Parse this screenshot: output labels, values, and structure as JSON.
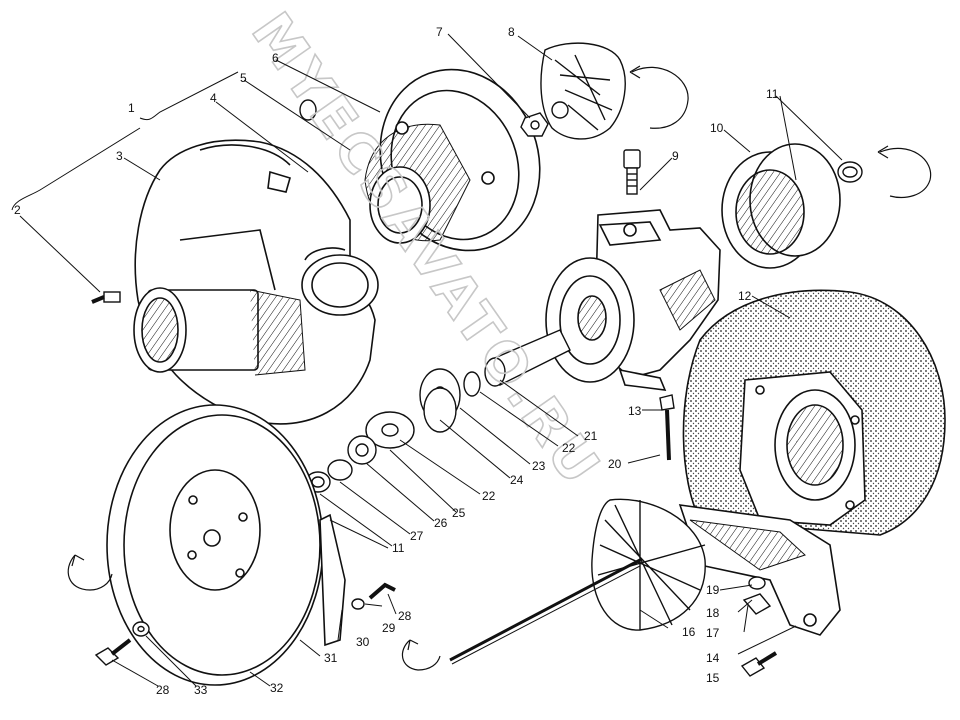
{
  "watermark": "MYECSAVATO.RU",
  "callouts": [
    {
      "id": "1",
      "label": "1"
    },
    {
      "id": "2",
      "label": "2"
    },
    {
      "id": "3",
      "label": "3"
    },
    {
      "id": "4",
      "label": "4"
    },
    {
      "id": "5",
      "label": "5"
    },
    {
      "id": "6",
      "label": "6"
    },
    {
      "id": "7",
      "label": "7"
    },
    {
      "id": "8",
      "label": "8"
    },
    {
      "id": "9",
      "label": "9"
    },
    {
      "id": "10",
      "label": "10"
    },
    {
      "id": "11a",
      "label": "11"
    },
    {
      "id": "11b",
      "label": "11"
    },
    {
      "id": "12",
      "label": "12"
    },
    {
      "id": "13",
      "label": "13"
    },
    {
      "id": "14",
      "label": "14"
    },
    {
      "id": "15",
      "label": "15"
    },
    {
      "id": "16",
      "label": "16"
    },
    {
      "id": "17",
      "label": "17"
    },
    {
      "id": "18",
      "label": "18"
    },
    {
      "id": "19",
      "label": "19"
    },
    {
      "id": "20",
      "label": "20"
    },
    {
      "id": "21",
      "label": "21"
    },
    {
      "id": "22a",
      "label": "22"
    },
    {
      "id": "22b",
      "label": "22"
    },
    {
      "id": "23",
      "label": "23"
    },
    {
      "id": "24",
      "label": "24"
    },
    {
      "id": "25",
      "label": "25"
    },
    {
      "id": "26",
      "label": "26"
    },
    {
      "id": "27",
      "label": "27"
    },
    {
      "id": "28a",
      "label": "28"
    },
    {
      "id": "28b",
      "label": "28"
    },
    {
      "id": "29",
      "label": "29"
    },
    {
      "id": "30",
      "label": "30"
    },
    {
      "id": "31",
      "label": "31"
    },
    {
      "id": "32",
      "label": "32"
    },
    {
      "id": "33",
      "label": "33"
    }
  ]
}
